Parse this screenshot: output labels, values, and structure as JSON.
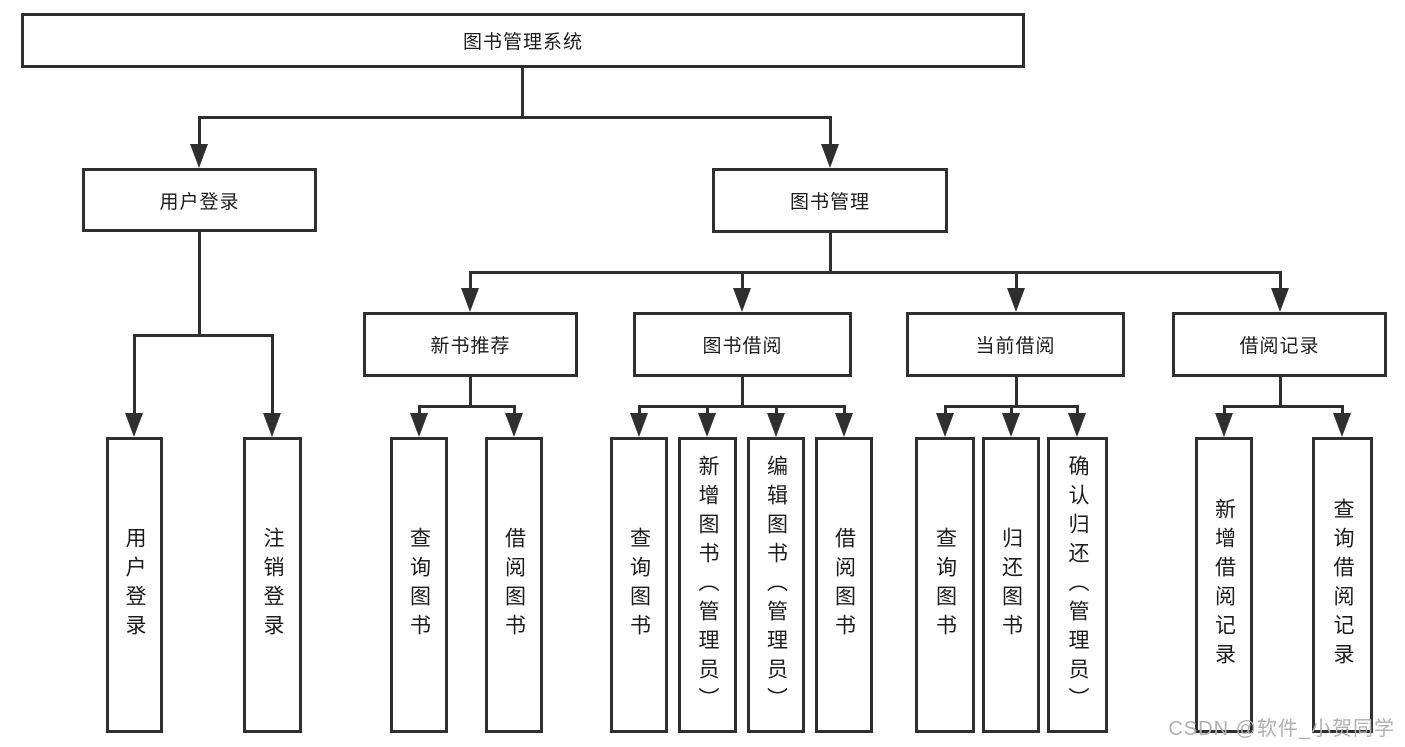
{
  "nodes": {
    "root": "图书管理系统",
    "l2": [
      "用户登录",
      "图书管理"
    ],
    "l3": [
      "新书推荐",
      "图书借阅",
      "当前借阅",
      "借阅记录"
    ],
    "l4_user": [
      "用户登录",
      "注销登录"
    ],
    "l4_newbook": [
      "查询图书",
      "借阅图书"
    ],
    "l4_borrow": [
      "查询图书",
      "新增图书（管理员）",
      "编辑图书（管理员）",
      "借阅图书"
    ],
    "l4_current": [
      "查询图书",
      "归还图书",
      "确认归还（管理员）"
    ],
    "l4_record": [
      "新增借阅记录",
      "查询借阅记录"
    ]
  },
  "watermark": "CSDN @软件_小贺同学",
  "colors": {
    "line": "#2f2f2f",
    "box_bg": "#ffffff",
    "text": "#1c1c1c",
    "watermark": "#b0b0b0",
    "background": "#ffffff"
  }
}
